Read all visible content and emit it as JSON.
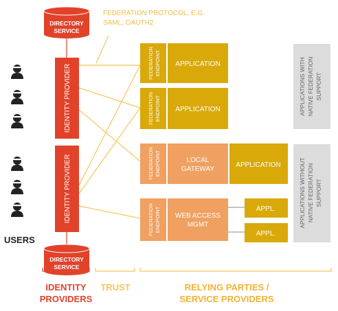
{
  "colors": {
    "red": "#e2422a",
    "gold": "#d9a90a",
    "orange": "#f0a060",
    "bracket_gold": "#f5c55a",
    "gray_panel": "#dcdcdc",
    "gray_text": "#666666",
    "dark": "#222222"
  },
  "directory_top": {
    "line1": "DIRECTORY",
    "line2": "SERVICE"
  },
  "directory_bottom": {
    "line1": "DIRECTORY",
    "line2": "SERVICE"
  },
  "protocol_note": {
    "line1": "FEDERATION PROTOCOL, E.G.",
    "line2": "SAML, OAUTH2"
  },
  "identity_provider_top": "IDENTITY PROVIDER",
  "identity_provider_bottom": "IDENTITY PROVIDER",
  "users_label": "USERS",
  "endpoint": {
    "line1": "FEDERATION",
    "line2": "ENDPOINT"
  },
  "application_label": "APPLICATION",
  "local_gateway": {
    "line1": "LOCAL",
    "line2": "GATEWAY"
  },
  "web_access": {
    "line1": "WEB ACCESS",
    "line2": "MGMT"
  },
  "appl_label": "APPL.",
  "side_native": {
    "line1": "APPLICATIONS WITH",
    "line2": "NATIVE FEDERATION",
    "line3": "SUPPORT"
  },
  "side_without": {
    "line1": "APPLICATIONS WITHOUT",
    "line2": "NATIVE FEDERATION",
    "line3": "SUPPORT"
  },
  "bottom_identity": {
    "line1": "IDENTITY",
    "line2": "PROVIDERS"
  },
  "bottom_trust": "TRUST",
  "bottom_relying": {
    "line1": "RELYING PARTIES /",
    "line2": "SERVICE PROVIDERS"
  },
  "icons": {
    "user": "user-icon",
    "database": "database-icon"
  }
}
